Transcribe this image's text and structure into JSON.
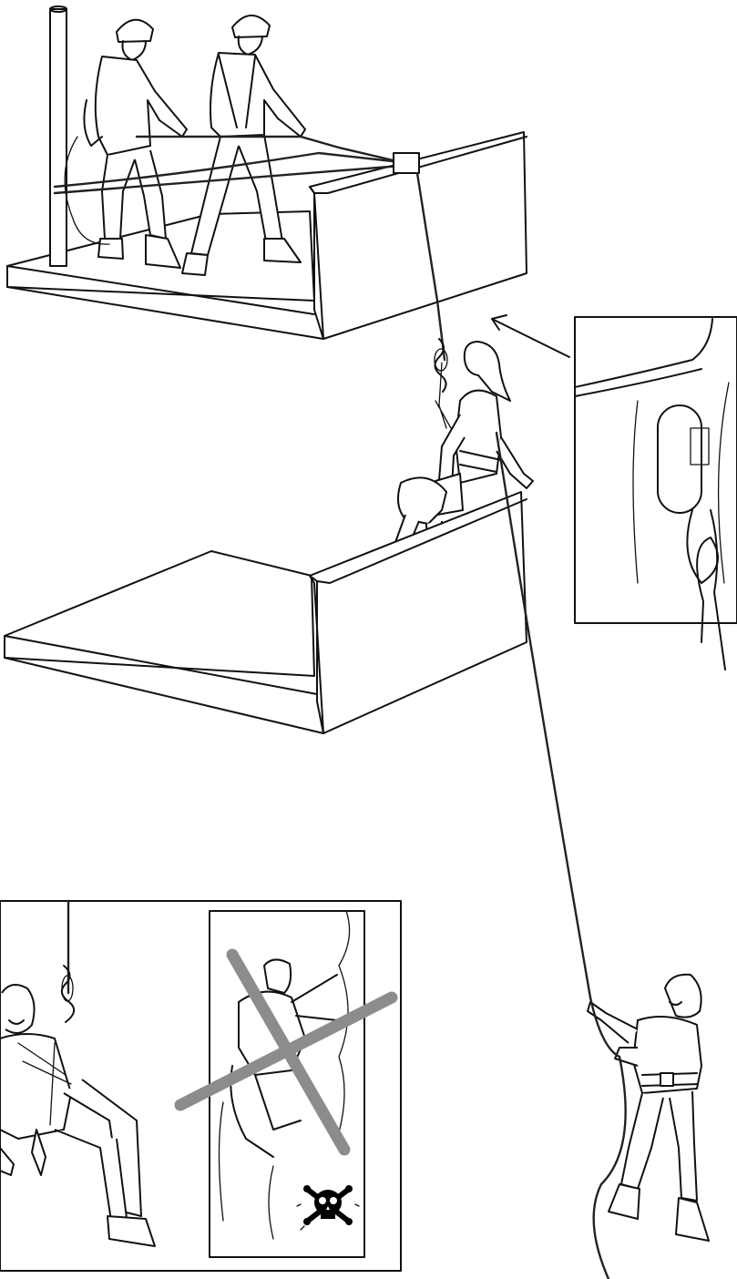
{
  "illustration": {
    "colors": {
      "line": "#111111",
      "background": "#ffffff",
      "cross_mark": "#8c8c8c",
      "warning_symbol": "#000000"
    },
    "panels": {
      "detail_inset": {
        "shows": "carabiner-and-figure-eight-knot"
      },
      "correct_sit": {
        "status": "correct"
      },
      "incorrect_sit": {
        "status": "incorrect",
        "mark": "cross",
        "icon": "skull-crossbones-icon"
      }
    }
  }
}
